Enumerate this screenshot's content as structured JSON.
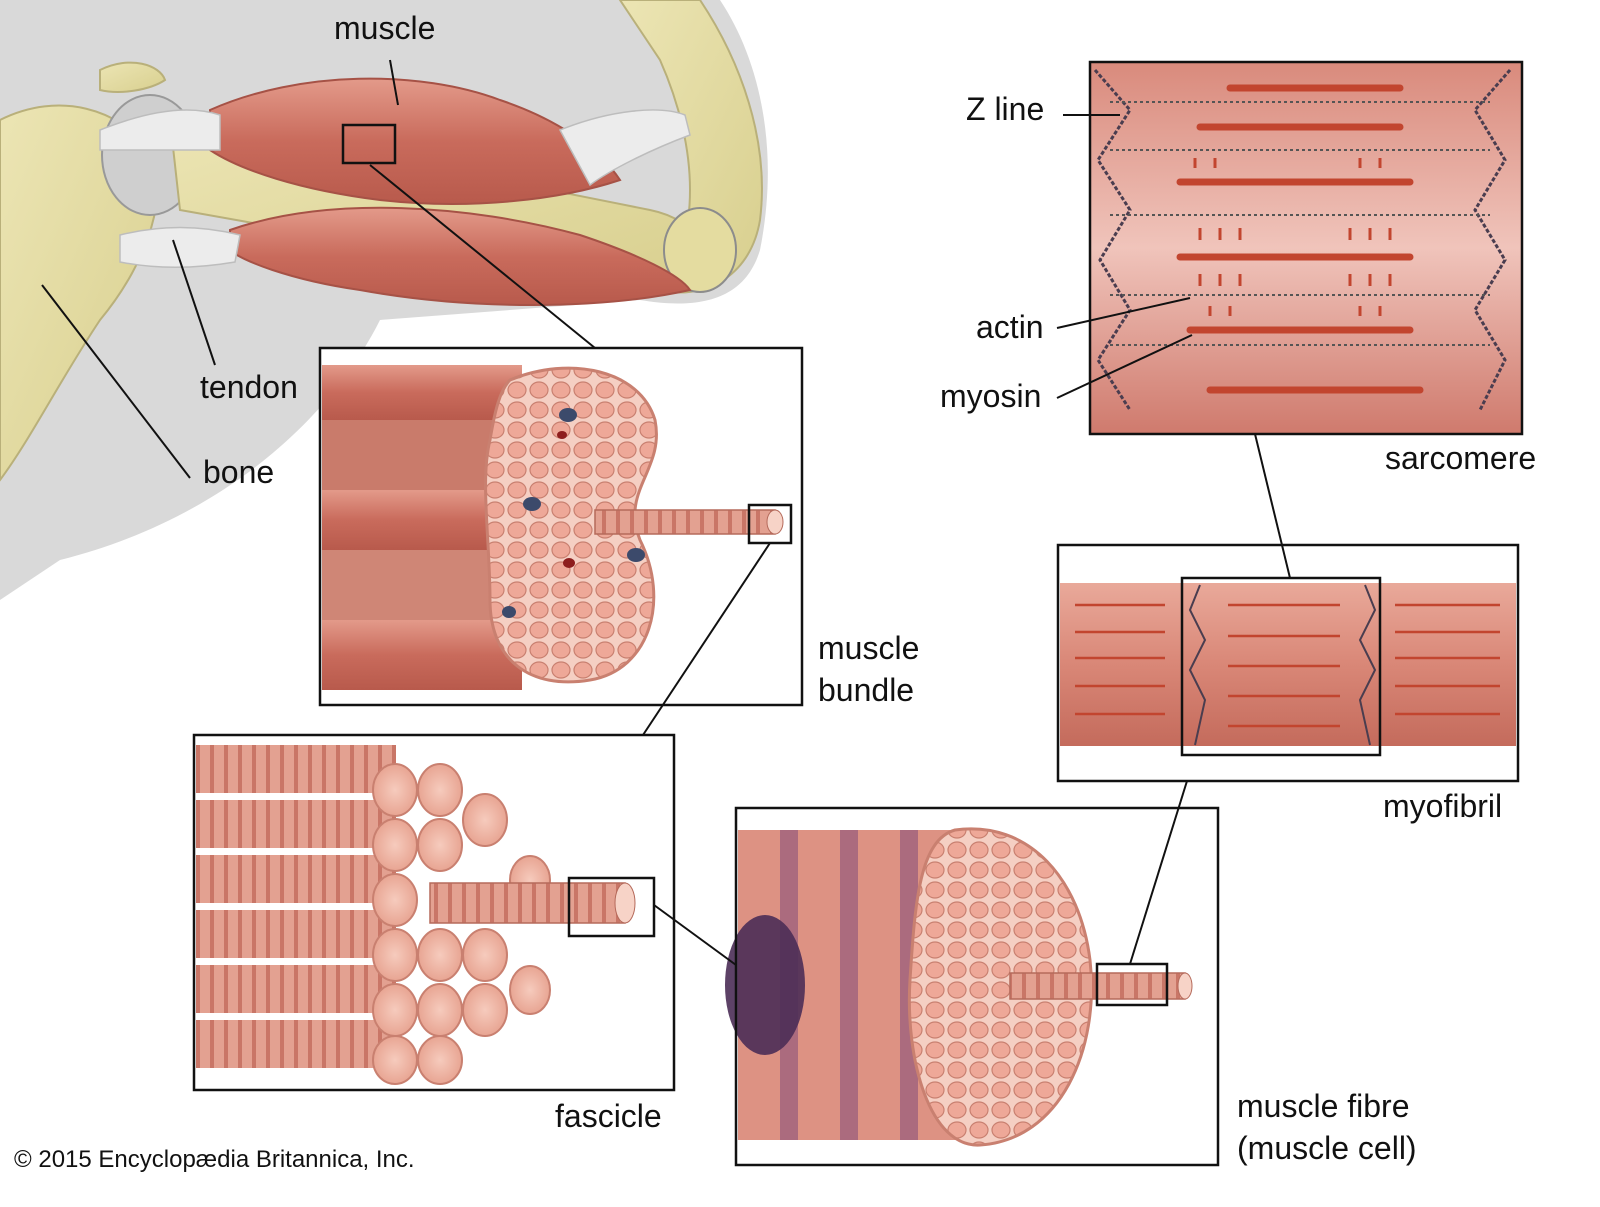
{
  "labels": {
    "muscle": "muscle",
    "tendon": "tendon",
    "bone": "bone",
    "muscle_bundle_1": "muscle",
    "muscle_bundle_2": "bundle",
    "fascicle": "fascicle",
    "muscle_fibre_1": "muscle fibre",
    "muscle_fibre_2": "(muscle cell)",
    "myofibril": "myofibril",
    "sarcomere": "sarcomere",
    "z_line": "Z line",
    "actin": "actin",
    "myosin": "myosin"
  },
  "copyright": "© 2015 Encyclopædia Britannica, Inc.",
  "colors": {
    "muscle": "#c96b5c",
    "muscle_light": "#efb2a2",
    "bone": "#e7dfa8",
    "tendon": "#eaeaea",
    "silhouette": "#d8d8d8",
    "myosin": "#c2452f",
    "z_line": "#4a3d4f",
    "outline": "#111111"
  }
}
